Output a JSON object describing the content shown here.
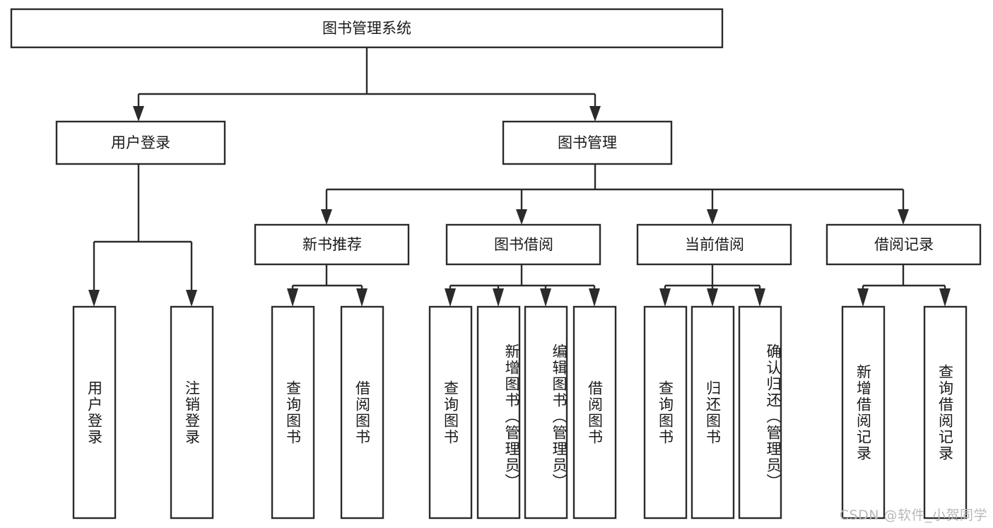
{
  "diagram": {
    "type": "tree",
    "title": "图书管理系统",
    "orientation": "top-down",
    "colors": {
      "box_stroke": "#2b2b2b",
      "box_fill": "#ffffff",
      "connector": "#2b2b2b",
      "text": "#1a1a1a",
      "watermark": "#b8b8b8",
      "background": "#ffffff"
    },
    "root": {
      "label": "图书管理系统",
      "children": [
        {
          "label": "用户登录",
          "children": [
            {
              "label": "用户登录"
            },
            {
              "label": "注销登录"
            }
          ]
        },
        {
          "label": "图书管理",
          "children": [
            {
              "label": "新书推荐",
              "children": [
                {
                  "label": "查询图书"
                },
                {
                  "label": "借阅图书"
                }
              ]
            },
            {
              "label": "图书借阅",
              "children": [
                {
                  "label": "查询图书"
                },
                {
                  "label": "新增图书（管理员）"
                },
                {
                  "label": "编辑图书（管理员）"
                },
                {
                  "label": "借阅图书"
                }
              ]
            },
            {
              "label": "当前借阅",
              "children": [
                {
                  "label": "查询图书"
                },
                {
                  "label": "归还图书"
                },
                {
                  "label": "确认归还（管理员）"
                }
              ]
            },
            {
              "label": "借阅记录",
              "children": [
                {
                  "label": "新增借阅记录"
                },
                {
                  "label": "查询借阅记录"
                }
              ]
            }
          ]
        }
      ]
    },
    "nodes": {
      "root": "图书管理系统",
      "l2_user_login": "用户登录",
      "l2_book_manage": "图书管理",
      "l3_new_book": "新书推荐",
      "l3_borrow": "图书借阅",
      "l3_current": "当前借阅",
      "l3_record": "借阅记录",
      "leaf_user_login": "用户登录",
      "leaf_logout": "注销登录",
      "leaf_query_book_1": "查询图书",
      "leaf_borrow_book_1": "借阅图书",
      "leaf_query_book_2": "查询图书",
      "leaf_add_book": "新增图书（管理员）",
      "leaf_edit_book": "编辑图书（管理员）",
      "leaf_borrow_book_2": "借阅图书",
      "leaf_query_book_3": "查询图书",
      "leaf_return_book": "归还图书",
      "leaf_confirm_return": "确认归还（管理员）",
      "leaf_add_record": "新增借阅记录",
      "leaf_query_record": "查询借阅记录"
    }
  },
  "watermark": {
    "text": "CSDN @软件_小贺同学"
  }
}
